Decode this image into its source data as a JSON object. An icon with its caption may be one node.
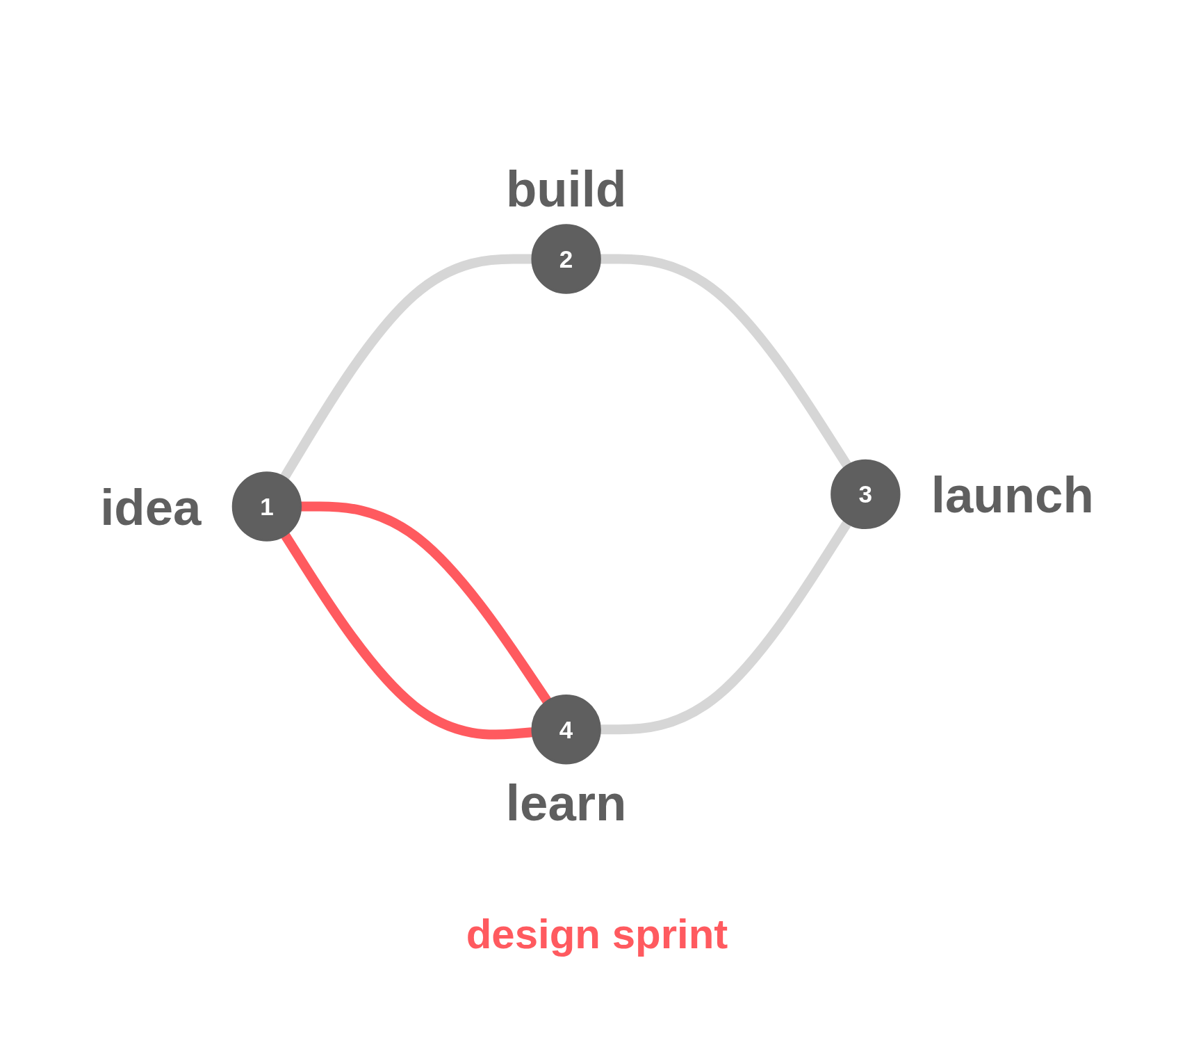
{
  "diagram": {
    "nodes": [
      {
        "text": [
          "1"
        ],
        "beside": [
          "idea"
        ]
      },
      {
        "text": [
          "2"
        ],
        "beside": [
          "build"
        ]
      },
      {
        "text": [
          "3"
        ],
        "beside": [
          "launch"
        ]
      },
      {
        "text": [
          "4"
        ],
        "beside": [
          "learn"
        ]
      }
    ],
    "edges": [
      {
        "from": 0,
        "to": 1,
        "arrow": "none"
      },
      {
        "from": 1,
        "to": 2,
        "arrow": "none"
      },
      {
        "from": 3,
        "to": 2,
        "arrow": "none"
      },
      {
        "from": 0,
        "to": 3,
        "arrow": "none",
        "color": "#ff5a5f"
      },
      {
        "from": 0,
        "to": 3,
        "arrow": "none",
        "color": "#ff5a5f"
      }
    ],
    "labels": [
      "design sprint"
    ]
  }
}
